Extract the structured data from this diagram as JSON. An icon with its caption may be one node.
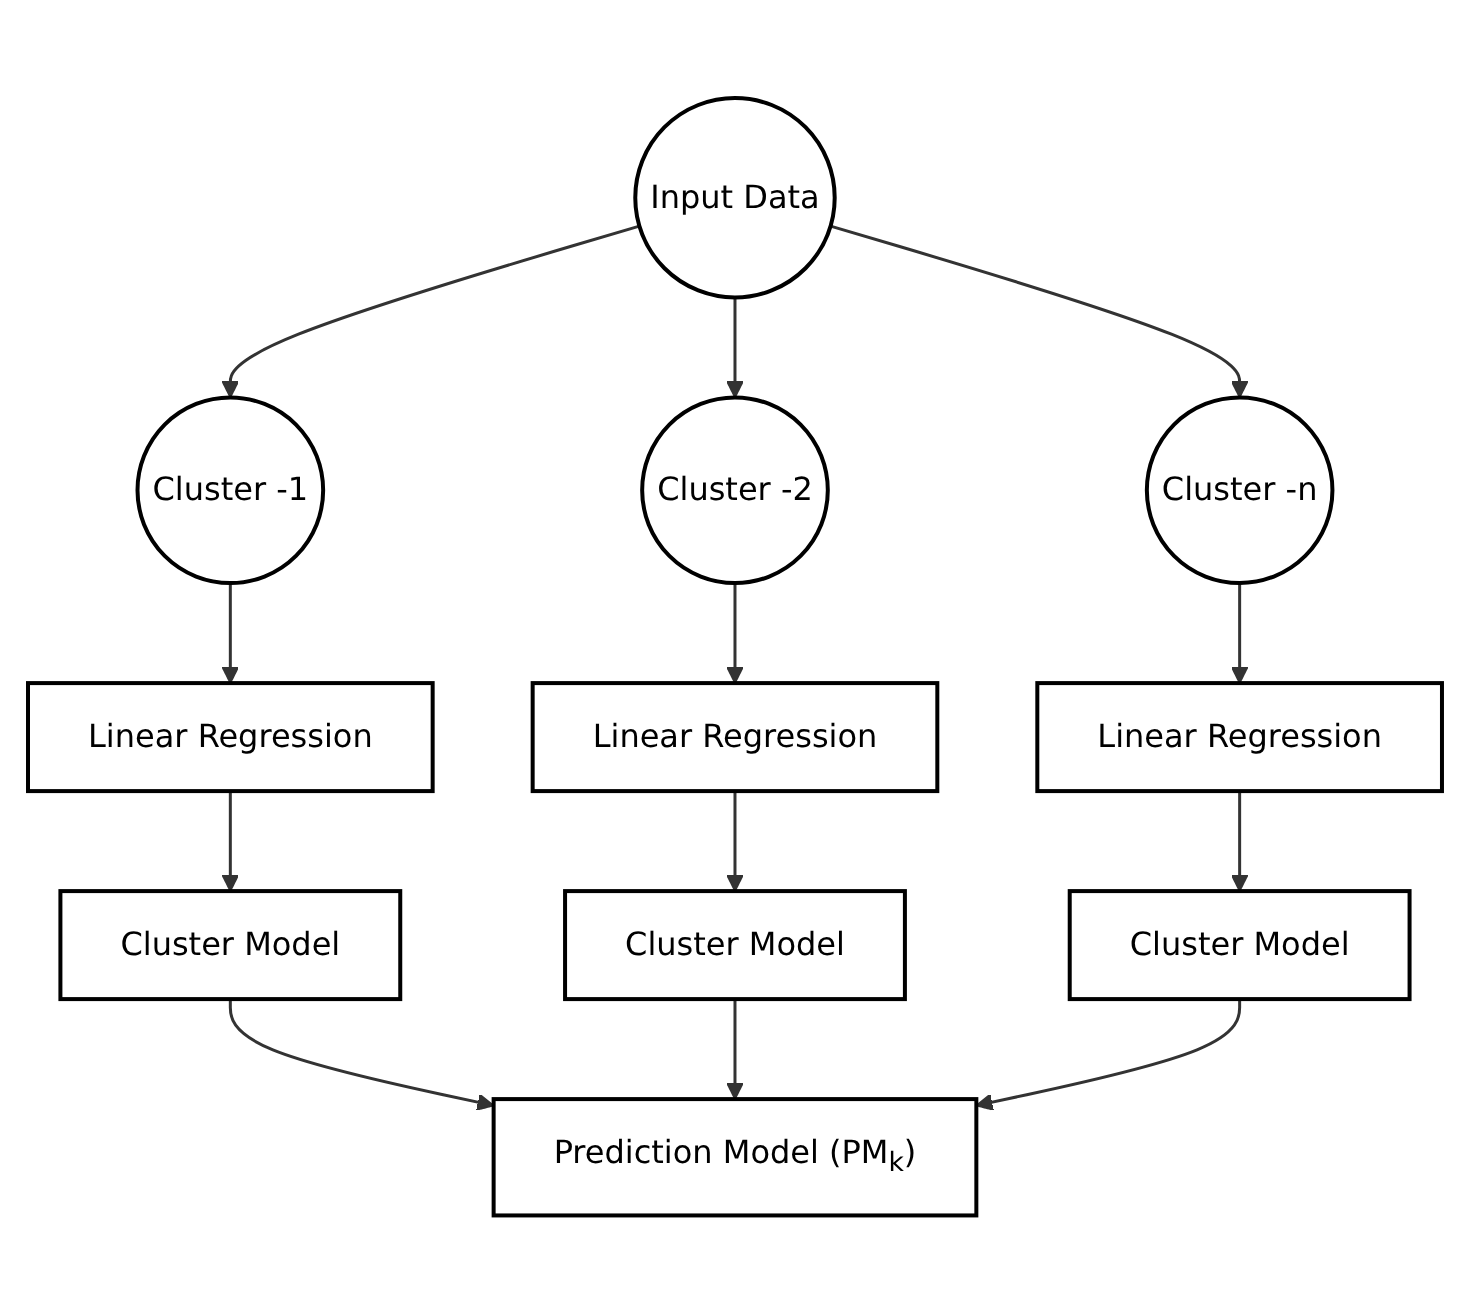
{
  "diagram": {
    "nodes": [
      {
        "text": [
          "Input Data"
        ]
      },
      {
        "text": [
          "Cluster -1"
        ]
      },
      {
        "text": [
          "Cluster -2"
        ]
      },
      {
        "text": [
          "Cluster -n"
        ]
      },
      {
        "text": [
          "Linear Regression"
        ]
      },
      {
        "text": [
          "Linear Regression"
        ]
      },
      {
        "text": [
          "Linear Regression"
        ]
      },
      {
        "text": [
          "Cluster Model"
        ]
      },
      {
        "text": [
          "Cluster Model"
        ]
      },
      {
        "text": [
          "Cluster Model"
        ]
      },
      {
        "text": [
          "Prediction Model (PM$_{k}$)"
        ]
      }
    ],
    "edges": [
      {
        "from": 0,
        "to": 1,
        "arrow": "to"
      },
      {
        "from": 0,
        "to": 2,
        "arrow": "to"
      },
      {
        "from": 0,
        "to": 3,
        "arrow": "to"
      },
      {
        "from": 1,
        "to": 4,
        "arrow": "to"
      },
      {
        "from": 2,
        "to": 5,
        "arrow": "to"
      },
      {
        "from": 3,
        "to": 6,
        "arrow": "to"
      },
      {
        "from": 4,
        "to": 7,
        "arrow": "to"
      },
      {
        "from": 5,
        "to": 8,
        "arrow": "to"
      },
      {
        "from": 6,
        "to": 9,
        "arrow": "to"
      },
      {
        "from": 7,
        "to": 10,
        "arrow": "to"
      },
      {
        "from": 8,
        "to": 10,
        "arrow": "to"
      },
      {
        "from": 9,
        "to": 10,
        "arrow": "to"
      }
    ]
  }
}
